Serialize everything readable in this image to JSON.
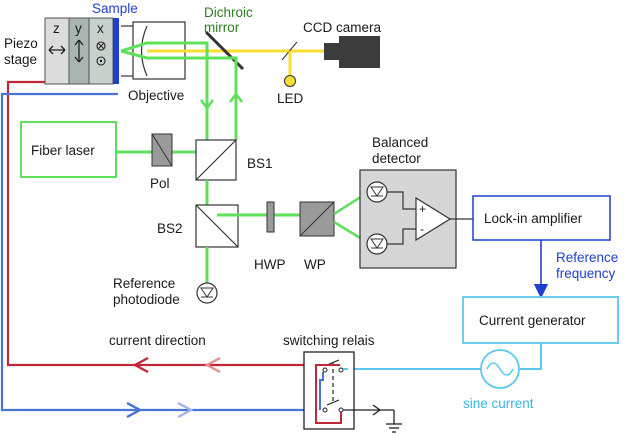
{
  "labels": {
    "piezo_stage": [
      "Piezo",
      "stage"
    ],
    "sample": "Sample",
    "axis_z": "z",
    "axis_y": "y",
    "axis_x": "x",
    "objective": "Objective",
    "dichroic_mirror": [
      "Dichroic",
      "mirror"
    ],
    "ccd_camera": "CCD camera",
    "led": "LED",
    "fiber_laser": "Fiber laser",
    "pol": "Pol",
    "bs1": "BS1",
    "bs2": "BS2",
    "balanced_detector": [
      "Balanced",
      "detector"
    ],
    "hwp": "HWP",
    "wp": "WP",
    "reference_photodiode": [
      "Reference",
      "photodiode"
    ],
    "lockin_amplifier": "Lock-in amplifier",
    "reference_frequency": [
      "Reference",
      "frequency"
    ],
    "current_generator": "Current generator",
    "current_direction": "current direction",
    "switching_relais": "switching relais",
    "sine_current": "sine current",
    "plus": "+",
    "minus": "-"
  },
  "colors": {
    "laser_green": "#5ee05a",
    "led_yellow": "#f7df30",
    "stage_z": "#dcdcdc",
    "stage_y": "#a9b5b0",
    "stage_x": "#c8d0cc",
    "sample_blue": "#1f3fd0",
    "wire_red": "#c0283a",
    "wire_red_light": "#e88a8f",
    "wire_blue": "#4a73d6",
    "wire_blue_light": "#9fb4ee",
    "wire_cyan": "#5ccaf0",
    "label_green": "#2e7d1e",
    "label_blue": "#1f3fd0",
    "detector_fill": "#d6d6d6",
    "camera_fill": "#3c3c3c"
  }
}
